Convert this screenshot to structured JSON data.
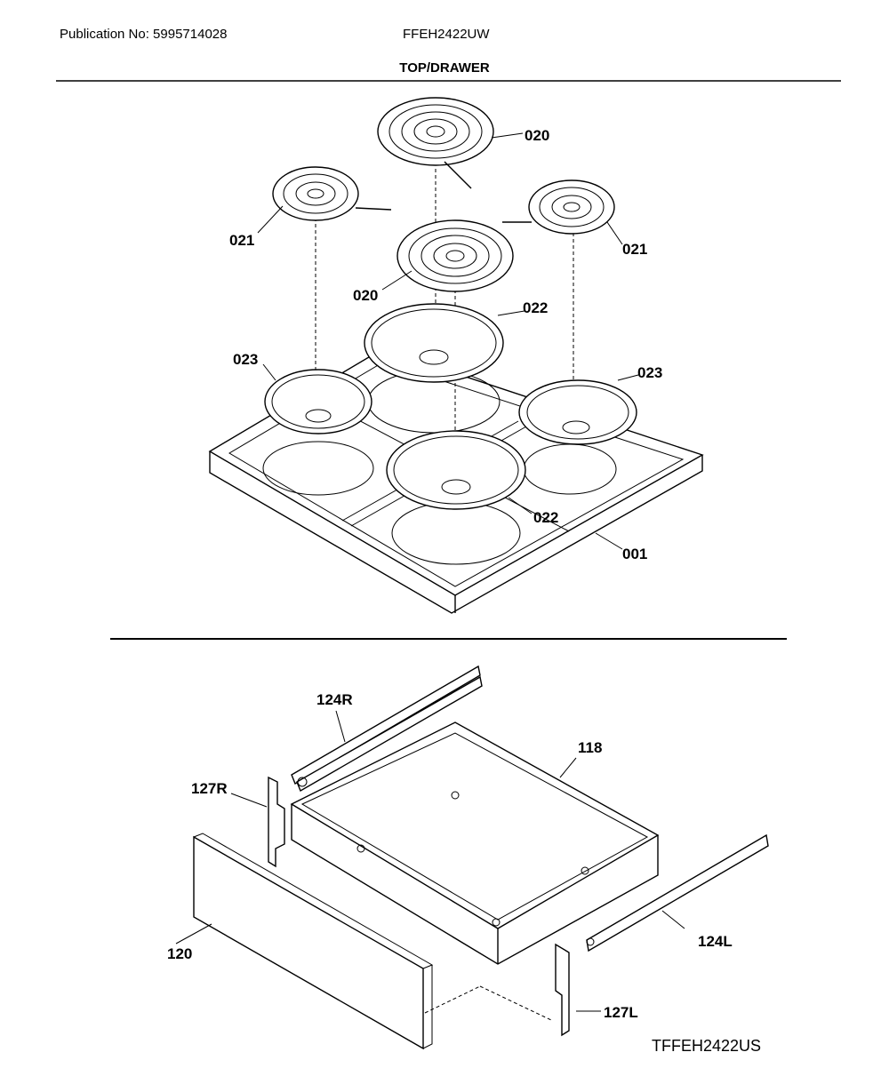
{
  "header": {
    "publication": "Publication No: 5995714028",
    "model": "FFEH2422UW",
    "section_title": "TOP/DRAWER"
  },
  "drawing_id": "TFFEH2422US",
  "parts": {
    "p020a": "020",
    "p021a": "021",
    "p020b": "020",
    "p021b": "021",
    "p022a": "022",
    "p023a": "023",
    "p023b": "023",
    "p022b": "022",
    "p001": "001",
    "p124R": "124R",
    "p118": "118",
    "p127R": "127R",
    "p120": "120",
    "p124L": "124L",
    "p127L": "127L"
  }
}
